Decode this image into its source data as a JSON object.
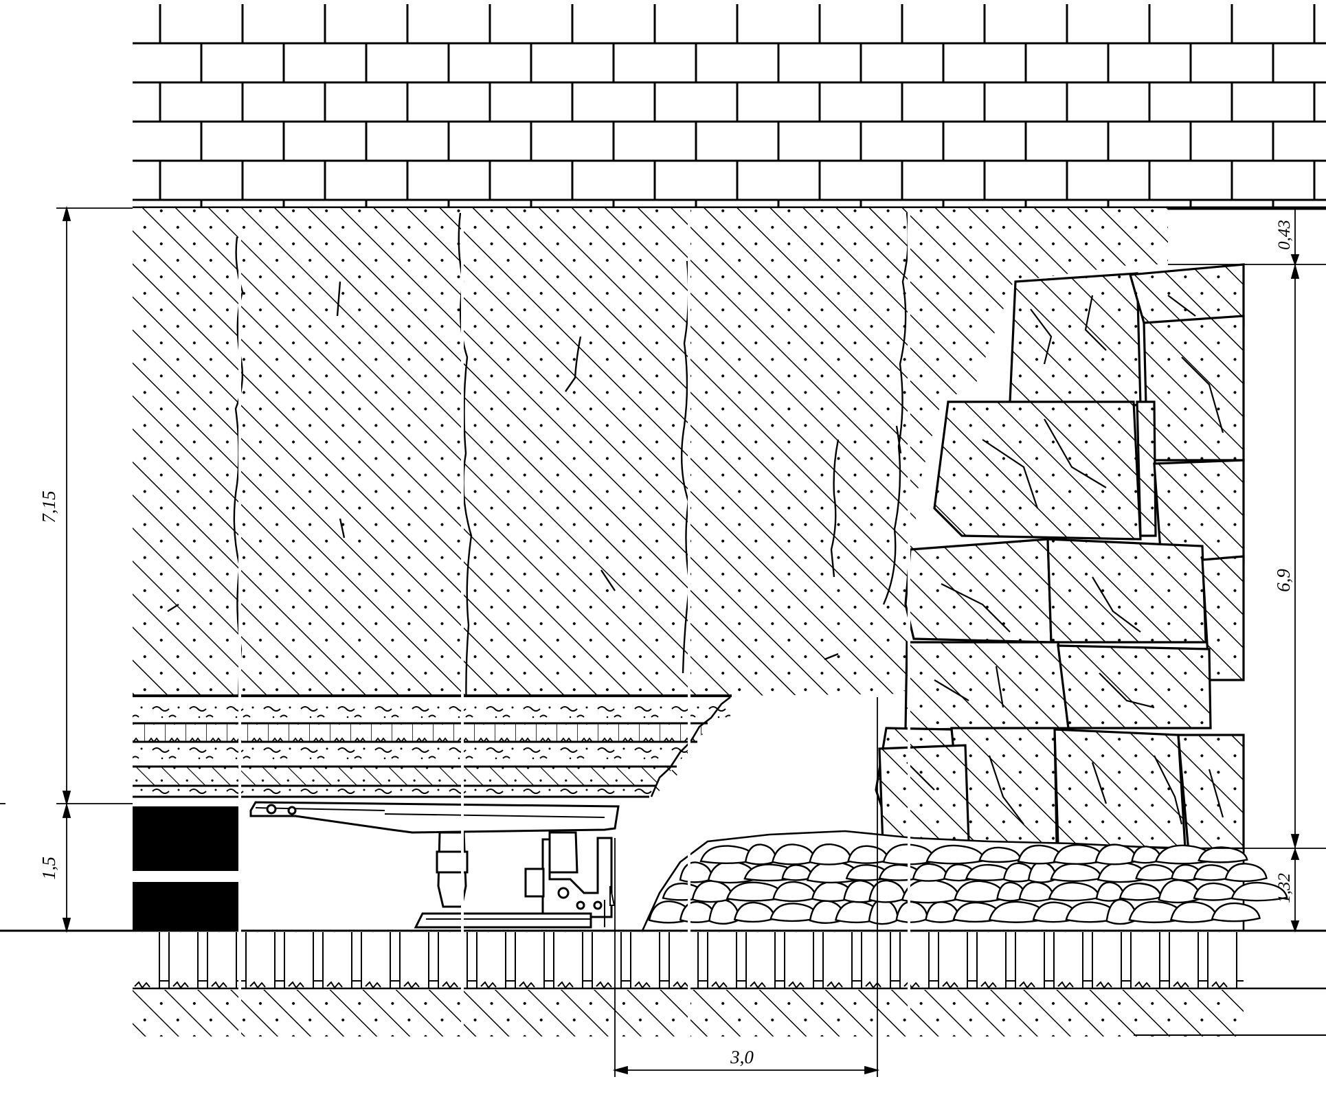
{
  "diagram": {
    "dimensions": {
      "roof_total": "7,15",
      "seam": "1,5",
      "gap_top": "0,43",
      "caved_zone": "6,9",
      "rubble_height": "1,32",
      "unsupported_span": "3,0"
    },
    "colors": {
      "line": "#000000",
      "background": "#ffffff",
      "coal": "#000000"
    }
  }
}
